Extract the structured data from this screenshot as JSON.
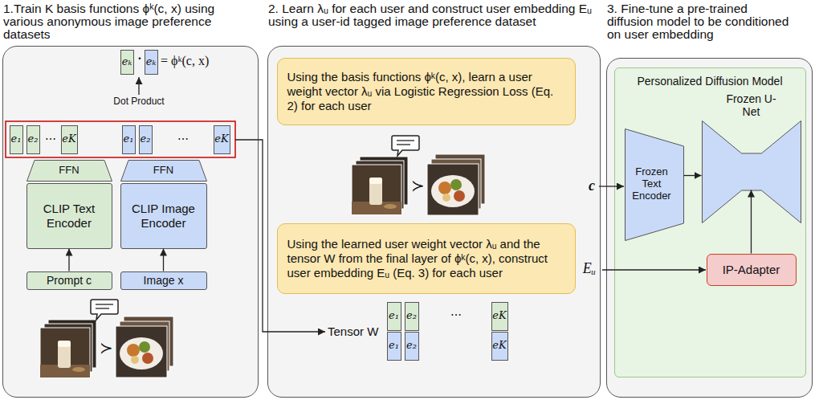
{
  "diagram": {
    "nodes": [
      {
        "text": [
          "1.Train K basis functions ϕᵏ(c, x) using various anonymous image preference datasets"
        ]
      },
      {
        "text": [
          "eₖ"
        ],
        "in": 0
      },
      {
        "text": [
          "eₖ"
        ],
        "in": 0
      },
      {
        "text": [
          "e₁"
        ],
        "in": 0
      },
      {
        "text": [
          "e₂"
        ],
        "in": 0
      },
      {
        "text": [
          "eK"
        ],
        "in": 0
      },
      {
        "text": [
          "e₁"
        ],
        "in": 0
      },
      {
        "text": [
          "e₂"
        ],
        "in": 0
      },
      {
        "text": [
          "eK"
        ],
        "in": 0
      },
      {
        "text": [
          "FFN"
        ],
        "in": 0
      },
      {
        "text": [
          "FFN"
        ],
        "in": 0
      },
      {
        "text": [
          "CLIP Text Encoder"
        ],
        "in": 0
      },
      {
        "text": [
          "CLIP Image Encoder"
        ],
        "in": 0
      },
      {
        "text": [
          "Prompt c"
        ],
        "in": 0
      },
      {
        "text": [
          "Image x"
        ],
        "in": 0
      },
      {
        "text": [
          "2. Learn λᵤ for each user and construct user embedding Eᵤ using a user-id tagged image preference dataset"
        ]
      },
      {
        "text": [
          "Using the basis functions ϕᵏ(c, x), learn a user weight vector λᵤ via Logistic Regression Loss (Eq. 2) for each user"
        ],
        "in": 15
      },
      {
        "text": [
          "Using the learned user weight vector λᵤ and the tensor W from the final layer of ϕᵏ(c, x), construct user embedding Eᵤ (Eq. 3) for each user"
        ],
        "in": 15
      },
      {
        "text": [
          "e₁"
        ],
        "in": 15
      },
      {
        "text": [
          "e₂"
        ],
        "in": 15
      },
      {
        "text": [
          "eK"
        ],
        "in": 15
      },
      {
        "text": [
          "e₁"
        ],
        "in": 15
      },
      {
        "text": [
          "e₂"
        ],
        "in": 15
      },
      {
        "text": [
          "eK"
        ],
        "in": 15
      },
      {
        "text": [
          "3. Fine-tune a pre-trained diffusion model to be conditioned on user embedding"
        ]
      },
      {
        "text": [
          "Personalized Diffusion Model"
        ],
        "in": 24
      },
      {
        "text": [
          "Frozen Text Encoder"
        ],
        "in": 25
      },
      {
        "text": [
          "Frozen U-Net"
        ],
        "in": 25
      },
      {
        "text": [
          "IP-Adapter"
        ],
        "in": 25
      }
    ],
    "edges": [
      {
        "from": 13,
        "to": 11,
        "arrow": "to"
      },
      {
        "from": 14,
        "to": 12,
        "arrow": "to"
      },
      {
        "from": 26,
        "to": 27,
        "arrow": "to"
      },
      {
        "from": 28,
        "to": 27,
        "arrow": "to"
      }
    ],
    "labels": [
      "·",
      "= ϕᵏ(c, x)",
      "Dot Product",
      "⋯",
      "⋯",
      "≻",
      "≻",
      "Tensor W",
      "⋯",
      "c",
      "Eᵤ"
    ]
  }
}
